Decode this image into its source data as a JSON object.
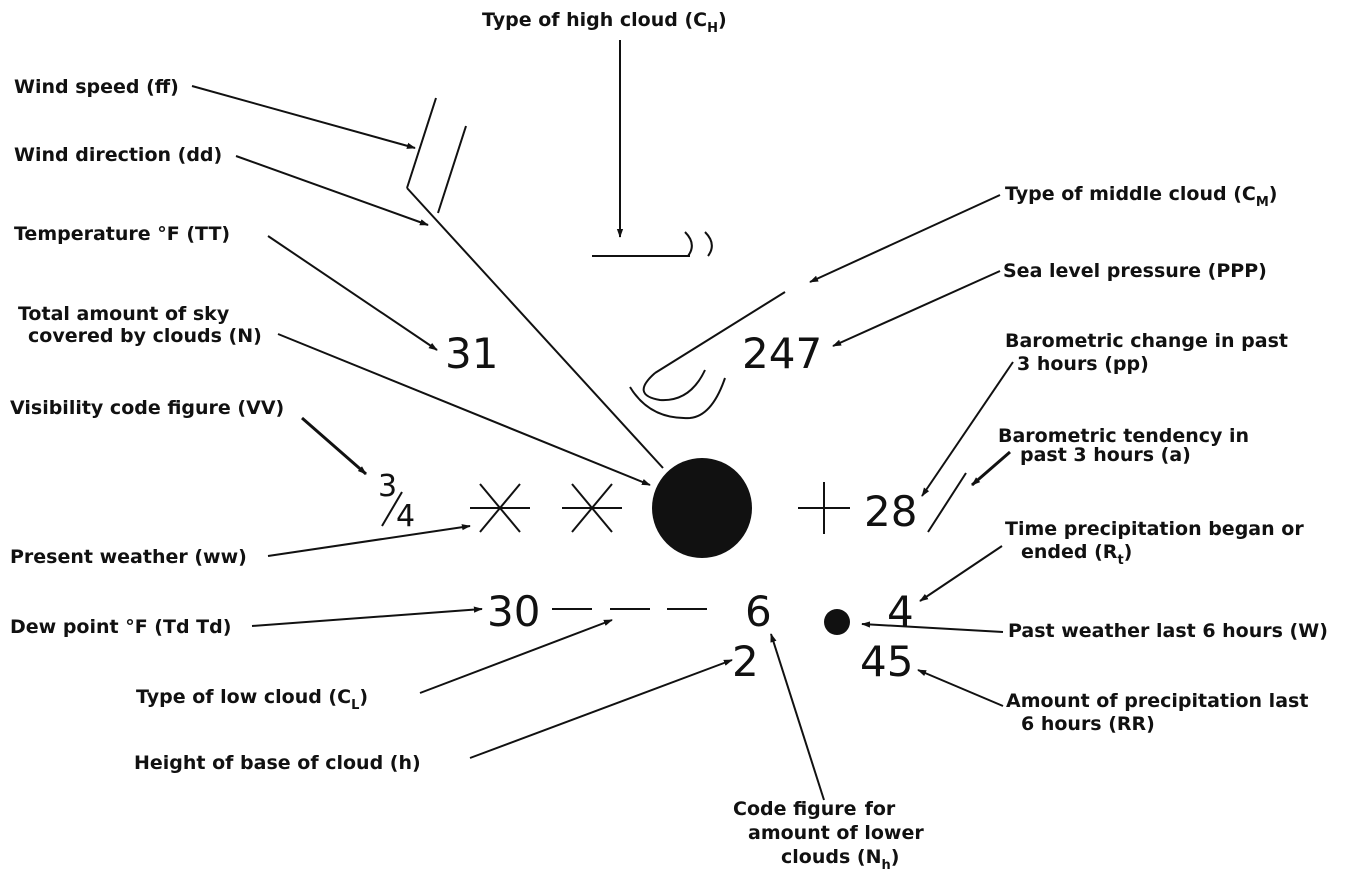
{
  "labels": {
    "high_cloud": "Type of high cloud (C",
    "high_cloud_sub": "H",
    "wind_speed": "Wind speed (ff)",
    "wind_direction": "Wind direction (dd)",
    "temperature": "Temperature °F (TT)",
    "total_cloud_1": "Total amount of sky",
    "total_cloud_2": "covered by clouds (N)",
    "visibility": "Visibility code figure (VV)",
    "present_weather": "Present weather (ww)",
    "dew_point": "Dew point °F (Td Td)",
    "low_cloud": "Type of low cloud (C",
    "low_cloud_sub": "L",
    "cloud_base": "Height of base of cloud (h)",
    "lower_clouds_1": "Code figure",
    "lower_clouds_2": "for",
    "lower_clouds_3": "amount of lower",
    "lower_clouds_4": "clouds (N",
    "lower_clouds_sub": "h",
    "middle_cloud": "Type of middle cloud (C",
    "middle_cloud_sub": "M",
    "pressure": "Sea level pressure (PPP)",
    "baro_change_1": "Barometric change in past",
    "baro_change_2": "3 hours (pp)",
    "baro_tendency_1": "Barometric tendency in",
    "baro_tendency_2": "past 3 hours (a)",
    "precip_time_1": "Time precipitation began or",
    "precip_time_2": "ended (R",
    "precip_time_sub": "t",
    "past_weather": "Past weather last 6 hours (W)",
    "precip_amount_1": "Amount of precipitation last",
    "precip_amount_2": "6 hours (RR)"
  },
  "values": {
    "temperature": "31",
    "pressure": "247",
    "visibility_num": "3",
    "visibility_den": "4",
    "baro_change": "28",
    "dew_point": "30",
    "nh": "6",
    "h": "2",
    "precip_time": "4",
    "precip_amount": "45"
  }
}
